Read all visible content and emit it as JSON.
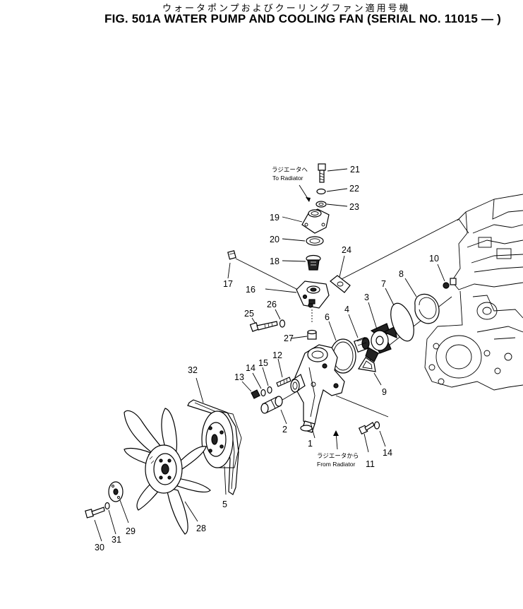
{
  "title": {
    "japanese": "ウォータポンプおよびクーリングファン適用号機",
    "english": "FIG. 501A  WATER PUMP AND COOLING FAN (SERIAL NO. 11015 — )"
  },
  "notes": {
    "to_radiator_jp": "ラジエータへ",
    "to_radiator_en": "To Radiator",
    "from_radiator_jp": "ラジエータから",
    "from_radiator_en": "From Radiator"
  },
  "callouts": {
    "c1": "1",
    "c2": "2",
    "c3": "3",
    "c4": "4",
    "c5": "5",
    "c6": "6",
    "c7": "7",
    "c8": "8",
    "c9": "9",
    "c10": "10",
    "c11": "11",
    "c12": "12",
    "c13": "13",
    "c14a": "14",
    "c14b": "14",
    "c15": "15",
    "c16": "16",
    "c17": "17",
    "c18": "18",
    "c19": "19",
    "c20": "20",
    "c21": "21",
    "c22": "22",
    "c23": "23",
    "c24": "24",
    "c25": "25",
    "c26": "26",
    "c27": "27",
    "c28": "28",
    "c29": "29",
    "c30": "30",
    "c31": "31",
    "c32": "32"
  }
}
